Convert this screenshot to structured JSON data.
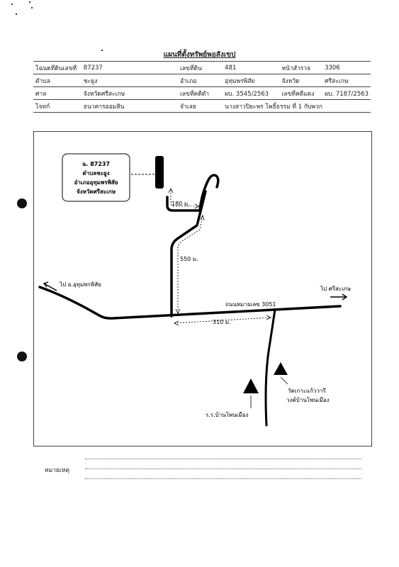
{
  "title": "แผนที่ตั้งทรัพย์พอสังเขป",
  "info_rows": [
    [
      {
        "label": "โฉนดที่ดินเลขที่",
        "value": "87237"
      },
      {
        "label": "เลขที่ดิน",
        "value": "481"
      },
      {
        "label": "หน้าสำรวจ",
        "value": "3306"
      }
    ],
    [
      {
        "label": "ตำบล",
        "value": "ชะยูง"
      },
      {
        "label": "อำเภอ",
        "value": "อุทุมพรพิสัย"
      },
      {
        "label": "จังหวัด",
        "value": "ศรีสะเกษ"
      }
    ],
    [
      {
        "label": "ศาล",
        "value": "จังหวัดศรีสะเกษ"
      },
      {
        "label": "เลขที่คดีดำ",
        "value": "ผบ. 3545/2563"
      },
      {
        "label": "เลขที่คดีแดง",
        "value": "ผบ. 7187/2563"
      }
    ],
    [
      {
        "label": "โจทก์",
        "value": "ธนาคารออมสิน"
      },
      {
        "label": "จำเลย",
        "value": "นางสาวปิยะพร โพธิ์ธรรม ที่ 1 กับพวก"
      }
    ]
  ],
  "map": {
    "box_lines": [
      "ฉ. 87237",
      "ตำบลชะยูง",
      "อำเภออุทุมพรพิสัย",
      "จังหวัดศรีสะเกษ"
    ],
    "dist_180": "180 ม.",
    "dist_550": "550 ม.",
    "dist_310": "310 ม.",
    "road_label": "ถนนหมายเลข 3051",
    "to_left": "ไป อ.อุทุมพรพิสัย",
    "to_right": "ไป ศรีสะเกษ",
    "temple_lines": [
      "วัดเกาะแก้ววารี",
      "วงค์บ้านโพนเมือง"
    ],
    "school": "ร.ร.บ้านโพนเมือง"
  },
  "notes_label": "หมายเหตุ"
}
